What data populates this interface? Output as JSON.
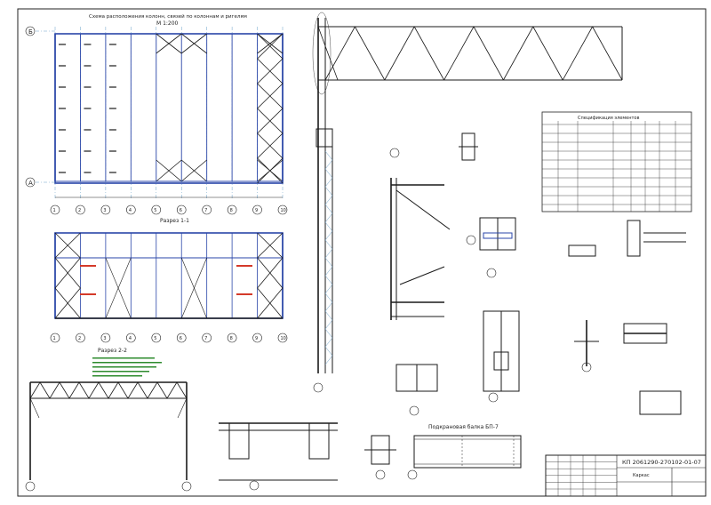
{
  "drawing": {
    "plan_title": "Схема расположения колонн, связей по колоннам и ригелям",
    "plan_mark": "М 1:200",
    "section_title": "Разрез 1-1",
    "section2_title": "Разрез 2-2",
    "beam_title": "Подкрановая балка БП-7",
    "spec_title": "Спецификация элементов",
    "stamp_code": "КП 2061290-270102-01-07",
    "stamp_sub": "Каркас"
  },
  "axes": {
    "columns": [
      "1",
      "2",
      "3",
      "4",
      "5",
      "6",
      "7",
      "8",
      "9",
      "10"
    ],
    "rows": [
      "Б",
      "А"
    ]
  }
}
